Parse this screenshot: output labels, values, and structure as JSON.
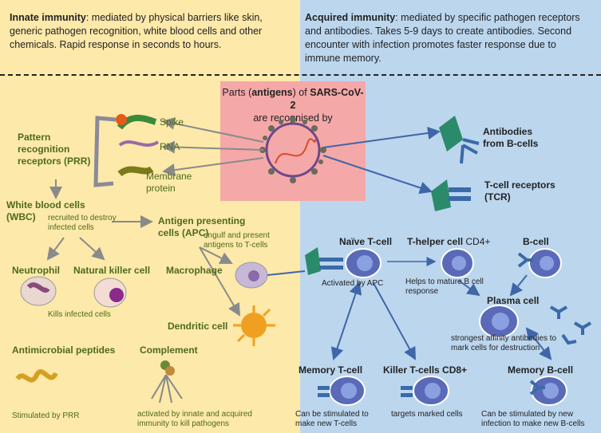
{
  "header": {
    "innate_title": "Innate immunity",
    "innate_text": ": mediated by physical barriers like skin, generic pathogen recognition, white blood cells and other chemicals. Rapid response in seconds to hours.",
    "acquired_title": "Acquired immunity",
    "acquired_text": ": mediated by specific pathogen receptors and antibodies. Takes 5-9 days to create antibodies. Second encounter with infection promotes faster response due to immune memory."
  },
  "center": {
    "line1_a": "Parts (",
    "line1_b": "antigens",
    "line1_c": ") of ",
    "line1_d": "SARS-CoV-2",
    "line2": "are recognised by"
  },
  "innate": {
    "spike": "Spike",
    "rna": "RNA",
    "membrane": "Membrane protein",
    "prr": "Pattern recognition receptors (PRR)",
    "wbc": "White blood cells (WBC)",
    "wbc_note": "recruited to destroy infected cells",
    "apc": "Antigen presenting cells (APC)",
    "apc_note": "engulf and present antigens to T-cells",
    "neutrophil": "Neutrophil",
    "nk": "Natural killer cell",
    "kills": "Kills infected cells",
    "macrophage": "Macrophage",
    "dendritic": "Dendritic cell",
    "amp": "Antimicrobial peptides",
    "amp_note": "Stimulated by PRR",
    "complement": "Complement",
    "complement_note": "activated by innate and acquired immunity to kill pathogens"
  },
  "acquired": {
    "antibodies": "Antibodies from B-cells",
    "tcr": "T-cell receptors (TCR)",
    "naive": "Naïve T-cell",
    "naive_note": "Activated by APC",
    "thelper": "T-helper cell",
    "thelper_cd": "CD4+",
    "thelper_note": "Helps to mature B cell response",
    "bcell": "B-cell",
    "plasma": "Plasma cell",
    "plasma_note": "strongest affinity antibodies to mark cells for destruction",
    "memory_t": "Memory T-cell",
    "memory_t_note": "Can be stimulated to make new T-cells",
    "killer": "Killer T-cells CD8+",
    "killer_note": "targets marked cells",
    "memory_b": "Memory B-cell",
    "memory_b_note": "Can be stimulated by new infection to make new B-cells"
  },
  "colors": {
    "innate_bg": "#fde9a9",
    "acquired_bg": "#bcd6ee",
    "antigen_box": "#f5a8a8",
    "label_green": "#4d6a1e",
    "arrow": "#3e66a8"
  }
}
